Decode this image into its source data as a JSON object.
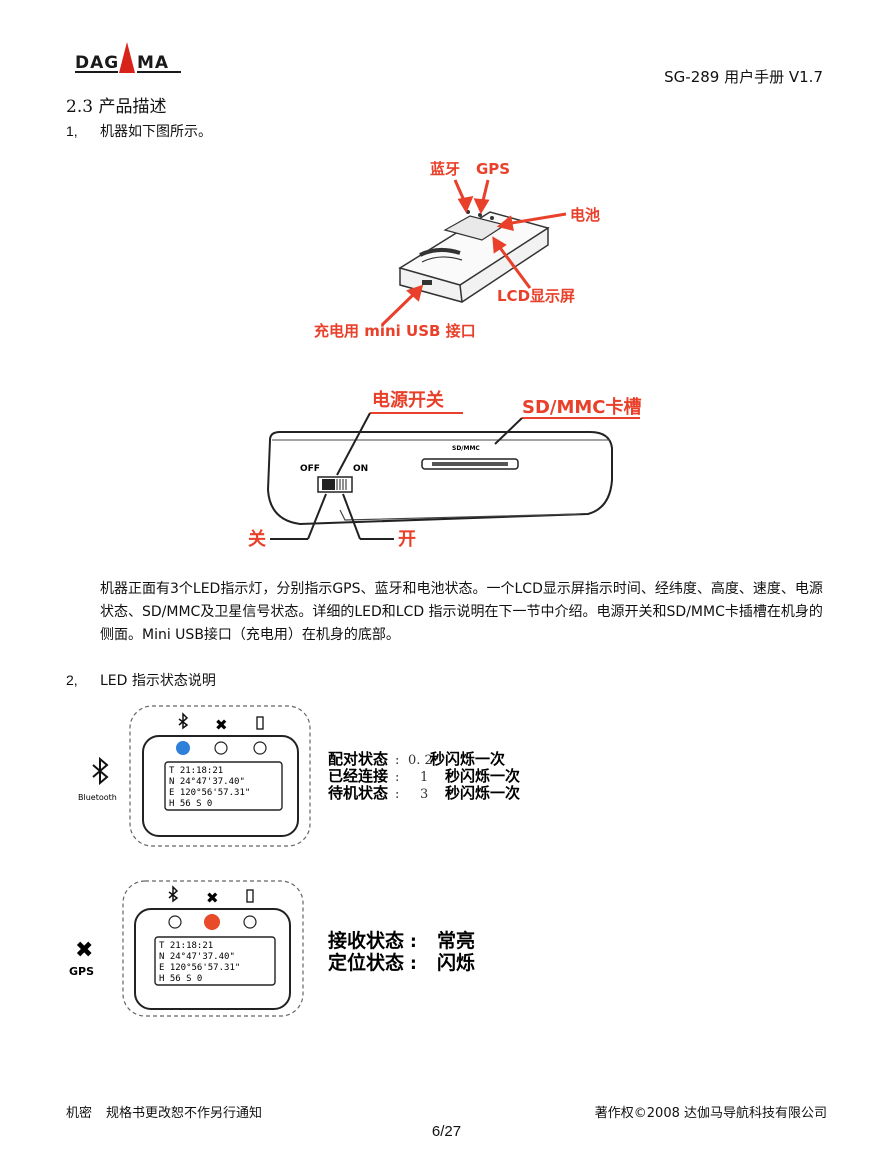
{
  "header": {
    "logo_text": "DAGAMA",
    "doc_title": "SG-289  用户手册  V1.7"
  },
  "section": {
    "number_title": "2.3  产品描述",
    "item1_num": "1,",
    "item1_text": "机器如下图所示。",
    "fig1_labels": {
      "bluetooth": "蓝牙",
      "gps": "GPS",
      "battery": "电池",
      "lcd": "LCD显示屏",
      "usb": "充电用 mini USB 接口"
    },
    "fig2_labels": {
      "power_switch": "电源开关",
      "sd_slot": "SD/MMC卡槽",
      "off_label": "关",
      "on_label": "开",
      "off_print": "OFF",
      "on_print": "ON",
      "slot_print": "SD/MMC"
    },
    "paragraph": "机器正面有3个LED指示灯，分别指示GPS、蓝牙和电池状态。一个LCD显示屏指示时间、经纬度、高度、速度、电源状态、SD/MMC及卫星信号状态。详细的LED和LCD 指示说明在下一节中介绍。电源开关和SD/MMC卡插槽在机身的侧面。Mini USB接口（充电用）在机身的底部。",
    "item2_num": "2,",
    "item2_text": "LED  指示状态说明"
  },
  "led_bluetooth": {
    "side_label": "Bluetooth",
    "lcd_lines": [
      "T 21:18:21",
      "N 24°47'37.40\"",
      "E 120°56'57.31\"",
      "H 56    S 0"
    ],
    "states": [
      {
        "name": "配对状态",
        "value": "0. 2",
        "unit": "秒闪烁一次"
      },
      {
        "name": "已经连接",
        "value": "1",
        "unit": "秒闪烁一次"
      },
      {
        "name": "待机状态",
        "value": "3",
        "unit": "秒闪烁一次"
      }
    ],
    "led_color": "#2f80d8"
  },
  "led_gps": {
    "side_label": "GPS",
    "lcd_lines": [
      "T 21:18:21",
      "N 24°47'37.40\"",
      "E 120°56'57.31\"",
      "H 56    S 0"
    ],
    "states": [
      {
        "name": "接收状态",
        "value": "常亮"
      },
      {
        "name": "定位状态",
        "value": "闪烁"
      }
    ],
    "led_color": "#e84a2a"
  },
  "footer": {
    "confidential": "机密",
    "notice": "规格书更改恕不作另行通知",
    "copyright": "著作权©2008    达伽马导航科技有限公司",
    "page": "6/27"
  }
}
